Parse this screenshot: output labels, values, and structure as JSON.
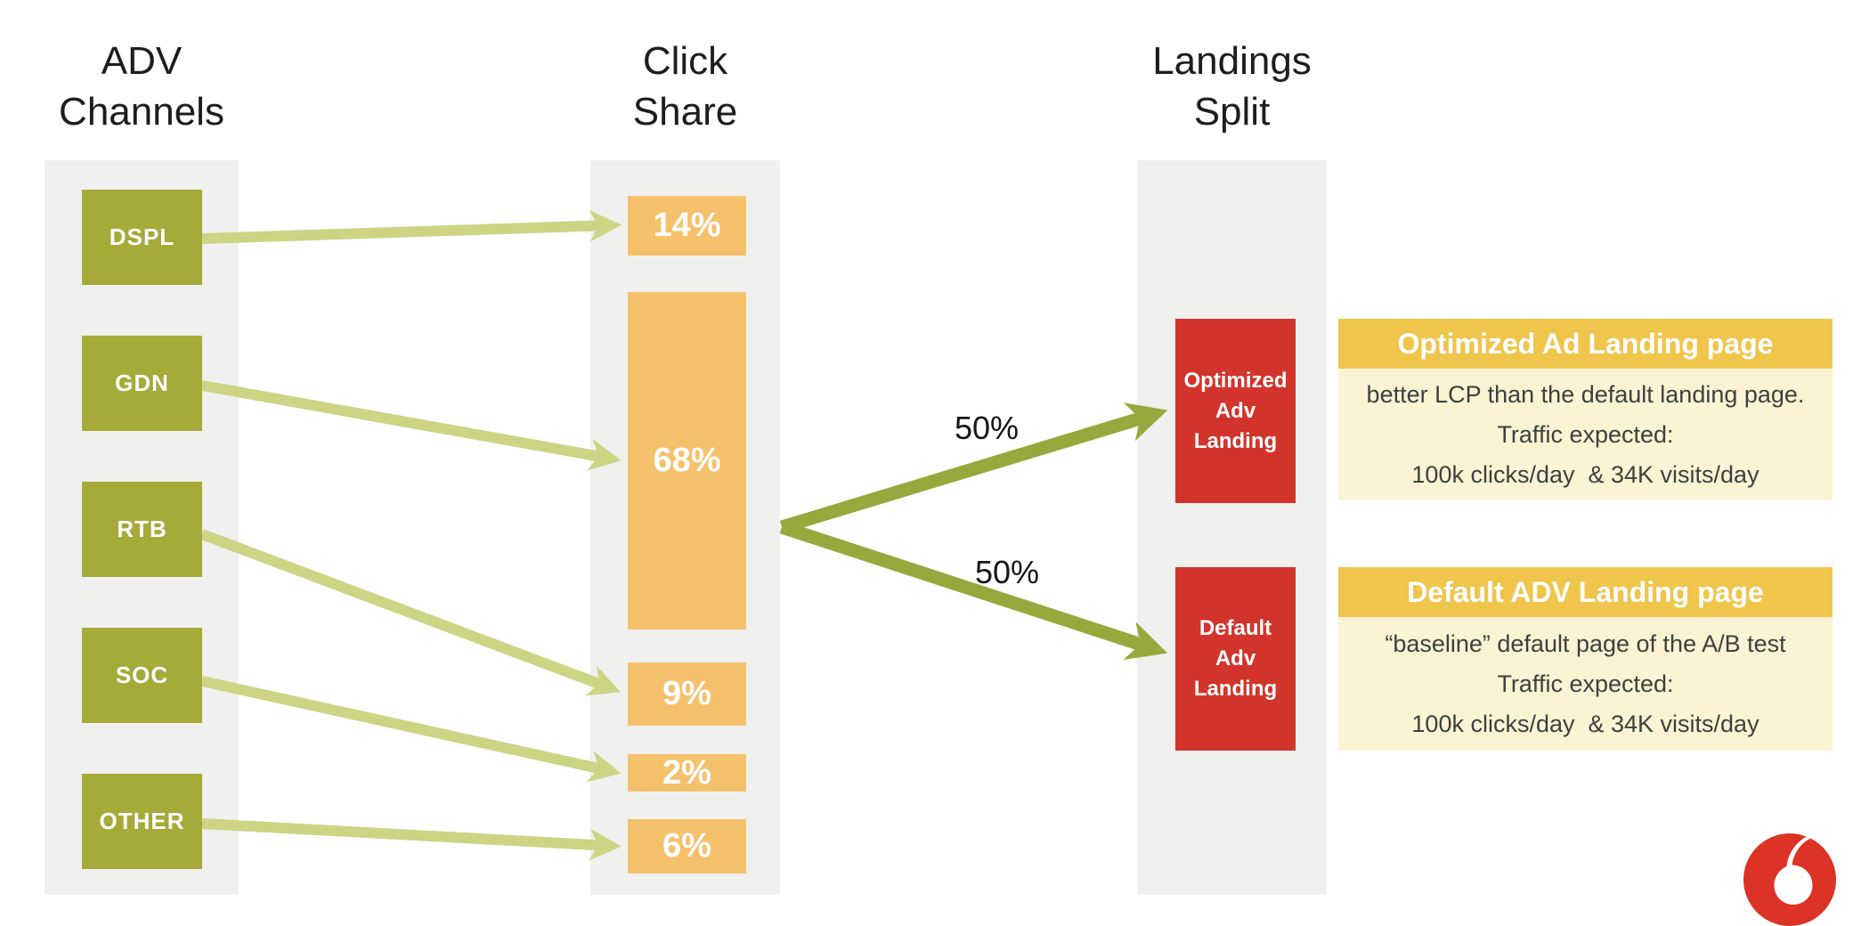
{
  "headers": {
    "channels": [
      "ADV",
      "Channels"
    ],
    "click_share": [
      "Click",
      "Share"
    ],
    "landings": [
      "Landings",
      "Split"
    ]
  },
  "channels": [
    {
      "label": "DSPL"
    },
    {
      "label": "GDN"
    },
    {
      "label": "RTB"
    },
    {
      "label": "SOC"
    },
    {
      "label": "OTHER"
    }
  ],
  "click_share": [
    {
      "label": "14%",
      "value": 14,
      "from": "DSPL"
    },
    {
      "label": "68%",
      "value": 68,
      "from": "GDN"
    },
    {
      "label": "9%",
      "value": 9,
      "from": "RTB"
    },
    {
      "label": "2%",
      "value": 2,
      "from": "SOC"
    },
    {
      "label": "6%",
      "value": 6,
      "from": "OTHER"
    }
  ],
  "split": {
    "top_label": "50%",
    "bottom_label": "50%"
  },
  "landings": [
    {
      "lines": [
        "Optimized",
        "Adv",
        "Landing"
      ]
    },
    {
      "lines": [
        "Default",
        "Adv",
        "Landing"
      ]
    }
  ],
  "cards": [
    {
      "title": "Optimized Ad Landing page",
      "lines": [
        "better LCP than the default landing page.",
        "Traffic expected:",
        "100k clicks/day  & 34K visits/day"
      ]
    },
    {
      "title": "Default ADV Landing page",
      "lines": [
        "“baseline” default page of the A/B test",
        "Traffic expected:",
        "100k clicks/day  & 34K visits/day"
      ]
    }
  ],
  "logo_name": "vodafone-speechmark",
  "colors": {
    "colbg": "#f0f0ef",
    "green": "#a6aa39",
    "arrow-light": "#cbd584",
    "arrow-dark": "#97a93c",
    "orange": "#f6c16c",
    "red": "#d2342b",
    "yellow": "#efc54c",
    "cream": "#fbf3d3",
    "red-logo": "#dd3226"
  }
}
